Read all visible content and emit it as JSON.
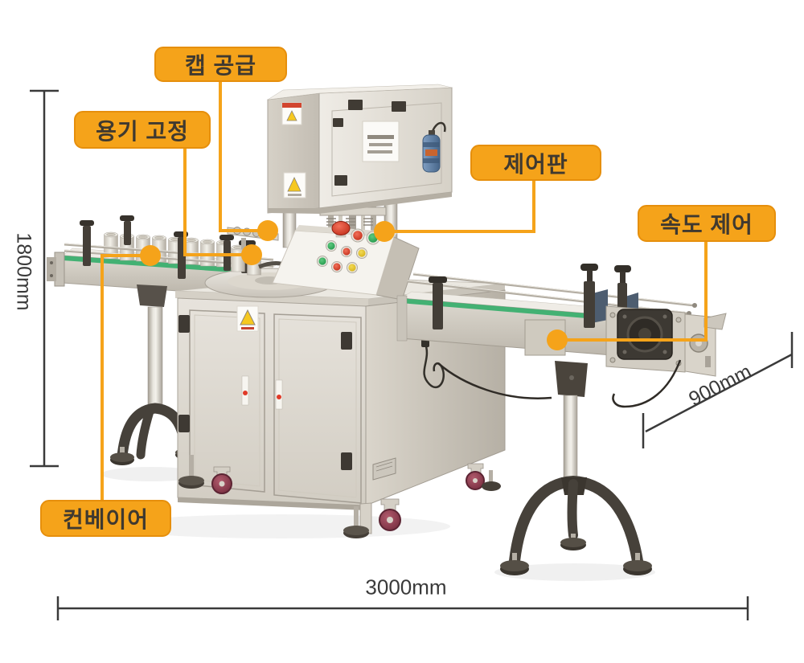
{
  "colors": {
    "accent_orange": "#F5A31A",
    "label_border": "#E68F0C",
    "label_text": "#3F3930",
    "dimension_line": "#3a3a3a",
    "belt_green": "#43b173"
  },
  "labels": [
    {
      "id": "cap-supply",
      "text": "캡 공급"
    },
    {
      "id": "container-fixing",
      "text": "용기 고정"
    },
    {
      "id": "control-panel",
      "text": "제어판"
    },
    {
      "id": "speed-control",
      "text": "속도 제어"
    },
    {
      "id": "conveyor",
      "text": "컨베이어"
    }
  ],
  "dimensions": {
    "height": "1800mm",
    "width": "3000mm",
    "depth": "900mm"
  }
}
